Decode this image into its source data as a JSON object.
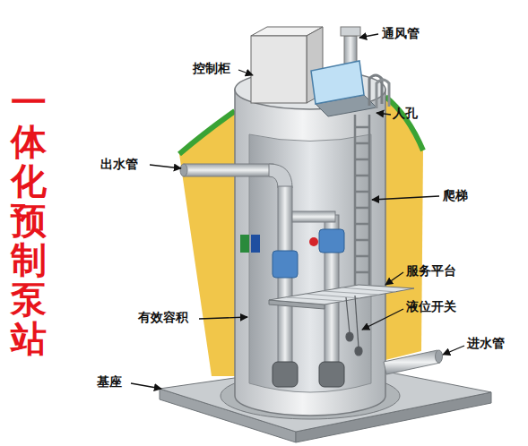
{
  "diagram": {
    "title": "一体化预制泵站",
    "labels": [
      "通风管",
      "控制柜",
      "人孔",
      "出水管",
      "爬梯",
      "服务平台",
      "液位开关",
      "有效容积",
      "进水管",
      "基座"
    ]
  }
}
